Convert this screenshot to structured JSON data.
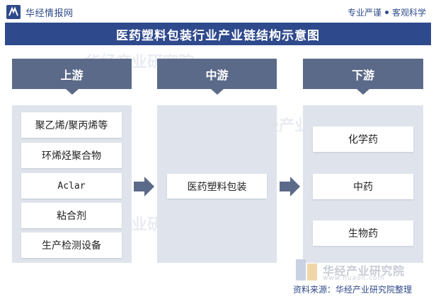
{
  "header": {
    "brand_name": "华经情报网",
    "slogan_left": "专业严谨",
    "slogan_right": "客观科学"
  },
  "title": "医药塑料包装行业产业链结构示意图",
  "sections": {
    "upstream": {
      "label": "上游",
      "items": [
        "聚乙烯/聚丙烯等",
        "环烯烃聚合物",
        "Aclar",
        "粘合剂",
        "生产检测设备"
      ]
    },
    "midstream": {
      "label": "中游",
      "items": [
        "医药塑料包装"
      ]
    },
    "downstream": {
      "label": "下游",
      "items": [
        "化学药",
        "中药",
        "生物药"
      ]
    }
  },
  "watermark": {
    "text": "华经产业研究院"
  },
  "footer": {
    "brand_name": "华经产业研究院",
    "url": "www.huaon.com",
    "source": "资料来源：华经产业研究院整理"
  },
  "colors": {
    "title_bar": "#2f4a8c",
    "section_header": "#5c6a89",
    "panel": "#dfe4ec",
    "arrow": "#5c6a89"
  }
}
